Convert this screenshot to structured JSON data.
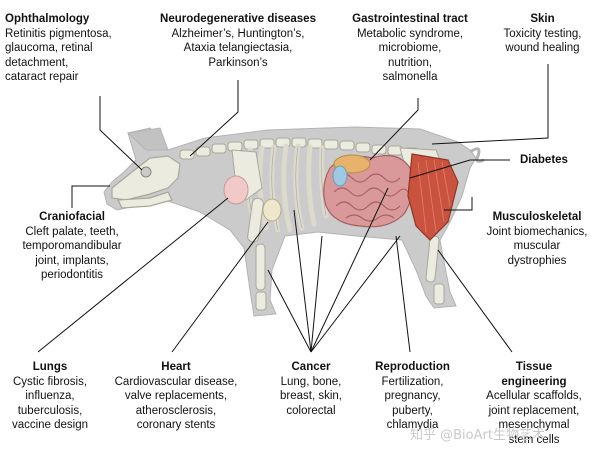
{
  "labels": {
    "ophthalmology": {
      "title": "Ophthalmology",
      "desc": "Retinitis pigmentosa,\nglaucoma, retinal\ndetachment,\ncataract repair"
    },
    "neuro": {
      "title": "Neurodegenerative diseases",
      "desc": "Alzheimer’s, Huntington’s,\nAtaxia telangiectasia,\nParkinson’s"
    },
    "gastro": {
      "title": "Gastrointestinal tract",
      "desc": "Metabolic syndrome,\nmicrobiome,\nnutrition,\nsalmonella"
    },
    "skin": {
      "title": "Skin",
      "desc": "Toxicity testing,\nwound healing"
    },
    "diabetes": {
      "title": "Diabetes"
    },
    "craniofacial": {
      "title": "Craniofacial",
      "desc": "Cleft palate, teeth,\ntemporomandibular\njoint, implants,\nperiodontitis"
    },
    "musculoskeletal": {
      "title": "Musculoskeletal",
      "desc": "Joint biomechanics,\nmuscular\ndystrophies"
    },
    "lungs": {
      "title": "Lungs",
      "desc": "Cystic fibrosis,\ninfluenza,\ntuberculosis,\nvaccine design"
    },
    "heart": {
      "title": "Heart",
      "desc": "Cardiovascular disease,\nvalve replacements,\natherosclerosis,\ncoronary stents"
    },
    "cancer": {
      "title": "Cancer",
      "desc": "Lung, bone,\nbreast, skin,\ncolorectal"
    },
    "reproduction": {
      "title": "Reproduction",
      "desc": "Fertilization,\npregnancy,\npuberty,\nchlamydia"
    },
    "tissue": {
      "title": "Tissue\nengineering",
      "desc": "Acellular scaffolds,\njoint replacement,\nmesenchymal\nstem cells"
    }
  },
  "watermark": "知乎 @BioArt生物艺术",
  "colors": {
    "body": "#cbcbcb",
    "bone": "#ecebe0",
    "bone_outline": "#a9a79a",
    "gut": "#d9999a",
    "gut_outline": "#a85e60",
    "muscle": "#c9533f",
    "line": "#111111"
  }
}
